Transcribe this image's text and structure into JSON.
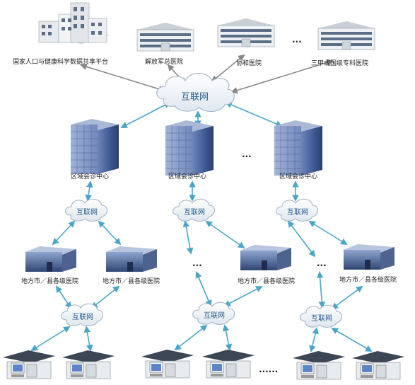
{
  "top": {
    "platform": "国家人口与健康科学数据共享平台",
    "hospital_1": "解放军总医院",
    "hospital_2": "协和医院",
    "hospital_3": "三甲或国级专科医院",
    "ellipsis": "..."
  },
  "main_cloud": "互联网",
  "centers": [
    {
      "label": "区域会诊中心"
    },
    {
      "label": "区域会诊中心"
    },
    {
      "label": "区域会诊中心"
    }
  ],
  "centers_ellipsis": "...",
  "regional_cloud": "互联网",
  "local_hospitals": [
    {
      "label": "地方市／县各级医院"
    },
    {
      "label": "地方市／县各级医院"
    },
    {
      "label": "地方市／县各级医院"
    },
    {
      "label": "地方市／县各级医院"
    }
  ],
  "branch_ellipsis": "...",
  "bottom_ellipsis": "......"
}
